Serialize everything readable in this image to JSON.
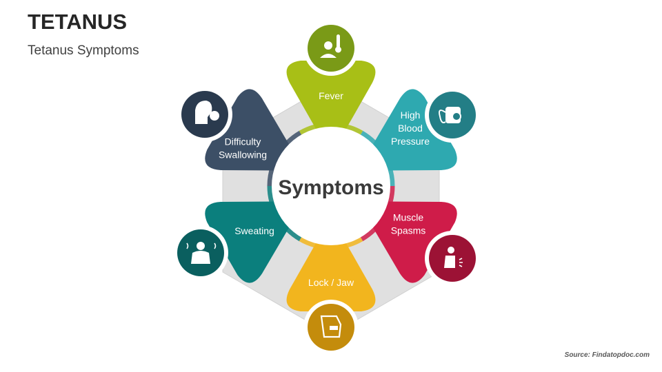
{
  "header": {
    "title": "TETANUS",
    "subtitle": "Tetanus Symptoms"
  },
  "center": {
    "label": "Symptoms"
  },
  "symptoms": [
    {
      "lines": [
        "Fever"
      ],
      "color": "#a8bf16",
      "icon_bg": "#7a9a17",
      "icon": "thermometer-person-icon"
    },
    {
      "lines": [
        "High",
        "Blood",
        "Pressure"
      ],
      "color": "#2ea9b0",
      "icon_bg": "#237e86",
      "icon": "blood-pressure-monitor-icon"
    },
    {
      "lines": [
        "Muscle",
        "Spasms"
      ],
      "color": "#cf1c49",
      "icon_bg": "#9c1235",
      "icon": "muscle-spasm-person-icon"
    },
    {
      "lines": [
        "Lock / Jaw"
      ],
      "color": "#f2b51e",
      "icon_bg": "#c48c0c",
      "icon": "jaw-lock-icon"
    },
    {
      "lines": [
        "Sweating"
      ],
      "color": "#0b7f7d",
      "icon_bg": "#0a5f5f",
      "icon": "sweating-person-icon"
    },
    {
      "lines": [
        "Difficulty",
        "Swallowing"
      ],
      "color": "#3c4f66",
      "icon_bg": "#2a3a4e",
      "icon": "swallowing-head-icon"
    }
  ],
  "footer": {
    "source": "Source: Findatopdoc.com"
  }
}
